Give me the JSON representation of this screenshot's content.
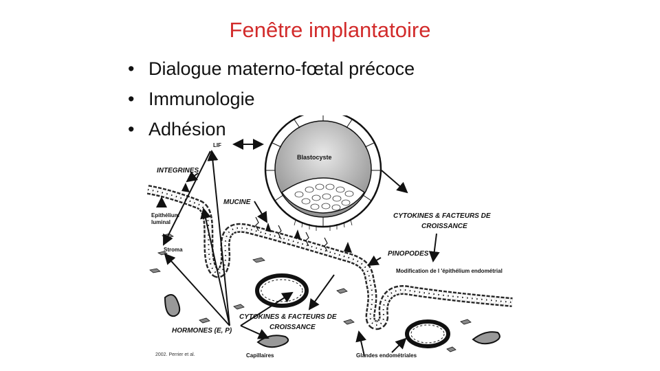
{
  "slide": {
    "title": "Fenêtre implantatoire",
    "bullet_glyph": "•",
    "bullets": [
      "Dialogue materno-fœtal précoce",
      "Immunologie",
      "Adhésion"
    ]
  },
  "diagram": {
    "labels": {
      "lif": "LIF",
      "blastocyste": "Blastocyste",
      "integrines": "INTEGRINES",
      "mucine": "MUCINE",
      "epithelium_1": "Epithélium",
      "epithelium_2": "luminal",
      "stroma": "Stroma",
      "cytokines_top_1": "CYTOKINES & FACTEURS DE",
      "cytokines_top_2": "CROISSANCE",
      "pinopodes": "PINOPODES",
      "modification": "Modification de l 'épithélium endométrial",
      "cytokines_bottom_1": "CYTOKINES & FACTEURS DE",
      "cytokines_bottom_2": "CROISSANCE",
      "hormones": "HORMONES (E, P)",
      "capillaires": "Capillaires",
      "glandes": "Glandes endométriales",
      "credit": "2002. Perrier et al."
    }
  }
}
